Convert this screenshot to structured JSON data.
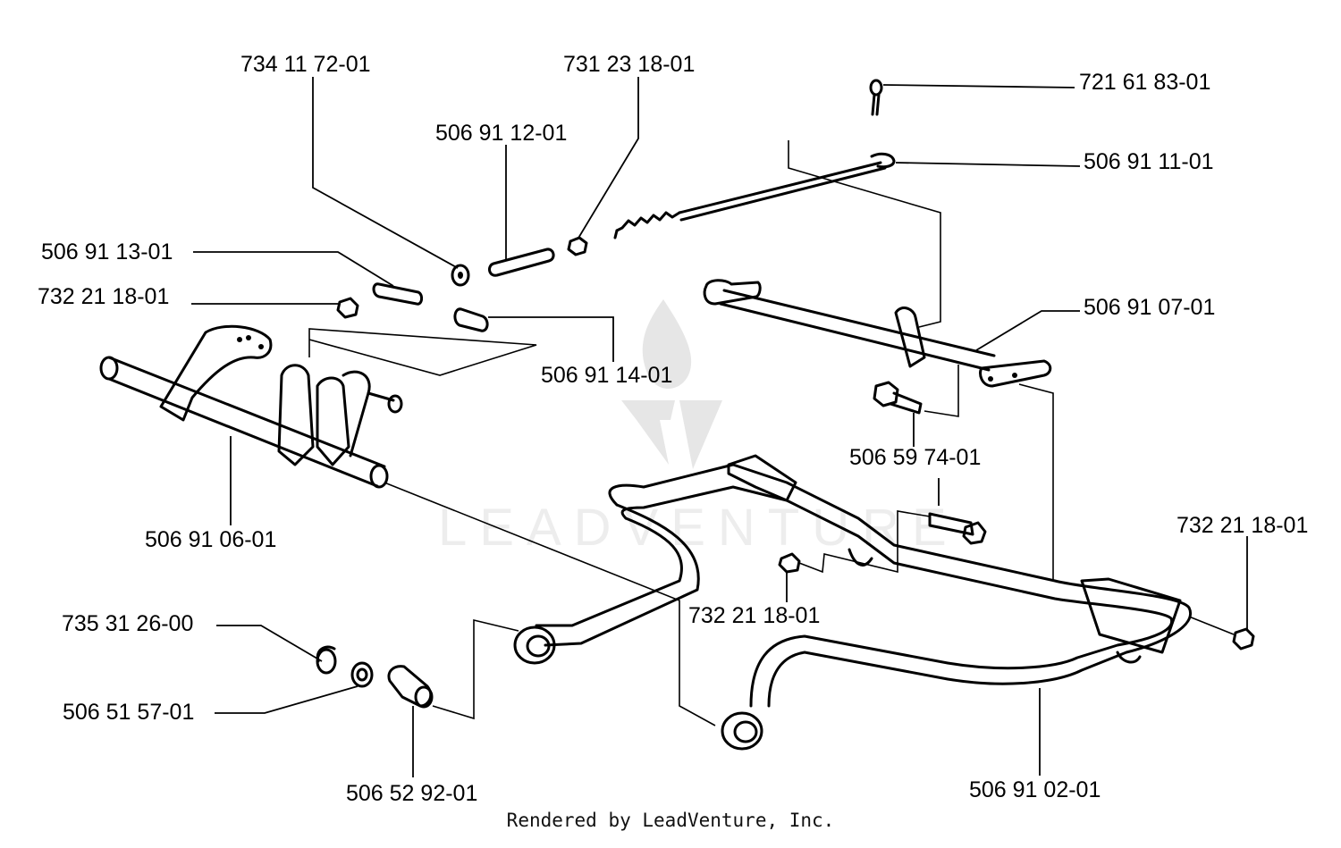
{
  "diagram": {
    "watermark_text": "LEADVENTURE",
    "footer": "Rendered by LeadVenture, Inc.",
    "labels": [
      {
        "id": "p1",
        "text": "734 11 72-01"
      },
      {
        "id": "p2",
        "text": "731 23 18-01"
      },
      {
        "id": "p3",
        "text": "721 61 83-01"
      },
      {
        "id": "p4",
        "text": "506 91 12-01"
      },
      {
        "id": "p5",
        "text": "506 91 11-01"
      },
      {
        "id": "p6",
        "text": "506 91 13-01"
      },
      {
        "id": "p7",
        "text": "732 21 18-01"
      },
      {
        "id": "p8",
        "text": "506 91 07-01"
      },
      {
        "id": "p9",
        "text": "506 91 14-01"
      },
      {
        "id": "p10",
        "text": "506 59 74-01"
      },
      {
        "id": "p11",
        "text": "506 91 06-01"
      },
      {
        "id": "p12",
        "text": "732 21 18-01"
      },
      {
        "id": "p13",
        "text": "732 21 18-01"
      },
      {
        "id": "p14",
        "text": "735 31 26-00"
      },
      {
        "id": "p15",
        "text": "506 51 57-01"
      },
      {
        "id": "p16",
        "text": "506 52 92-01"
      },
      {
        "id": "p17",
        "text": "506 91 02-01"
      }
    ]
  }
}
